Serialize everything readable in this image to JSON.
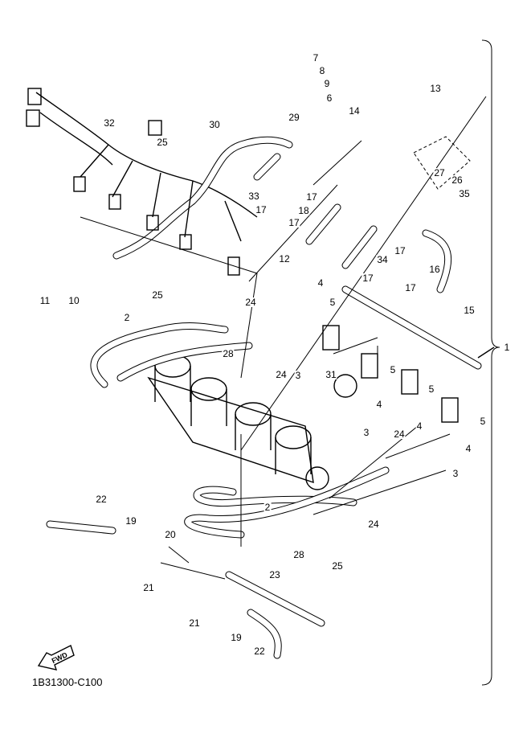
{
  "diagram": {
    "part_code": "1B31300-C100",
    "fwd_logo_text": "FWD",
    "callouts": [
      "7",
      "8",
      "9",
      "6",
      "13",
      "14",
      "29",
      "32",
      "30",
      "25",
      "27",
      "26",
      "35",
      "33",
      "17",
      "17",
      "18",
      "17",
      "17",
      "12",
      "34",
      "16",
      "17",
      "4",
      "5",
      "17",
      "15",
      "11",
      "10",
      "25",
      "24",
      "2",
      "1",
      "28",
      "24",
      "3",
      "31",
      "5",
      "4",
      "5",
      "3",
      "4",
      "5",
      "4",
      "3",
      "24",
      "22",
      "2",
      "24",
      "19",
      "20",
      "21",
      "28",
      "25",
      "23",
      "21",
      "19",
      "22"
    ]
  }
}
